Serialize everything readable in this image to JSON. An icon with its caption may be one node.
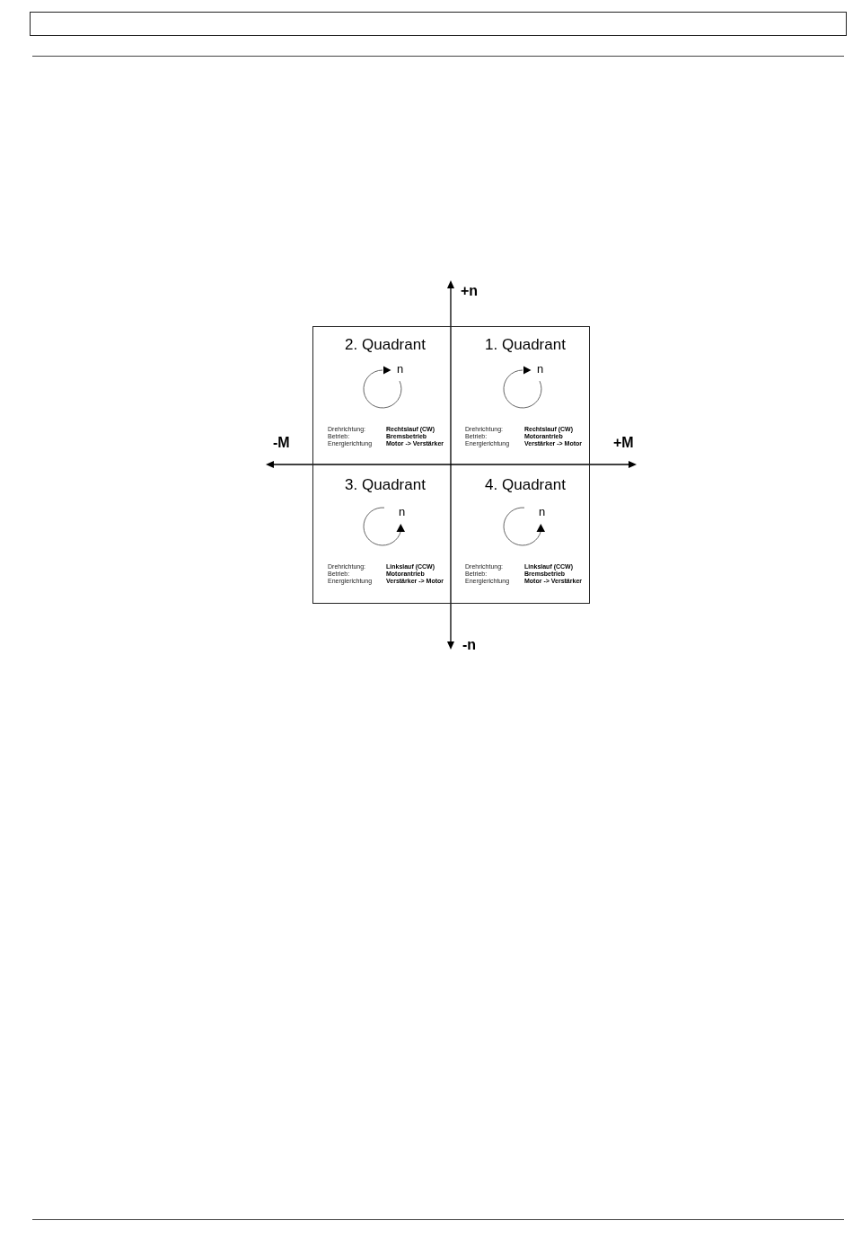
{
  "diagram": {
    "nodes": [
      {
        "text": [
          "2. Quadrant",
          "n",
          "Drehrichtung:",
          "Rechtslauf (CW)",
          "Betrieb:",
          "Bremsbetrieb",
          "Energierichtung",
          "Motor -> Verstärker"
        ]
      },
      {
        "text": [
          "1. Quadrant",
          "n",
          "Drehrichtung:",
          "Rechtslauf (CW)",
          "Betrieb:",
          "Motorantrieb",
          "Energierichtung",
          "Verstärker -> Motor"
        ]
      },
      {
        "text": [
          "3. Quadrant",
          "n",
          "Drehrichtung:",
          "Linkslauf (CCW)",
          "Betrieb:",
          "Motorantrieb",
          "Energierichtung",
          "Verstärker -> Motor"
        ]
      },
      {
        "text": [
          "4. Quadrant",
          "n",
          "Drehrichtung:",
          "Linkslauf (CCW)",
          "Betrieb:",
          "Bremsbetrieb",
          "Energierichtung",
          "Motor -> Verstärker"
        ]
      }
    ],
    "labels": [
      "+n",
      "-M",
      "+M",
      "-n"
    ]
  }
}
